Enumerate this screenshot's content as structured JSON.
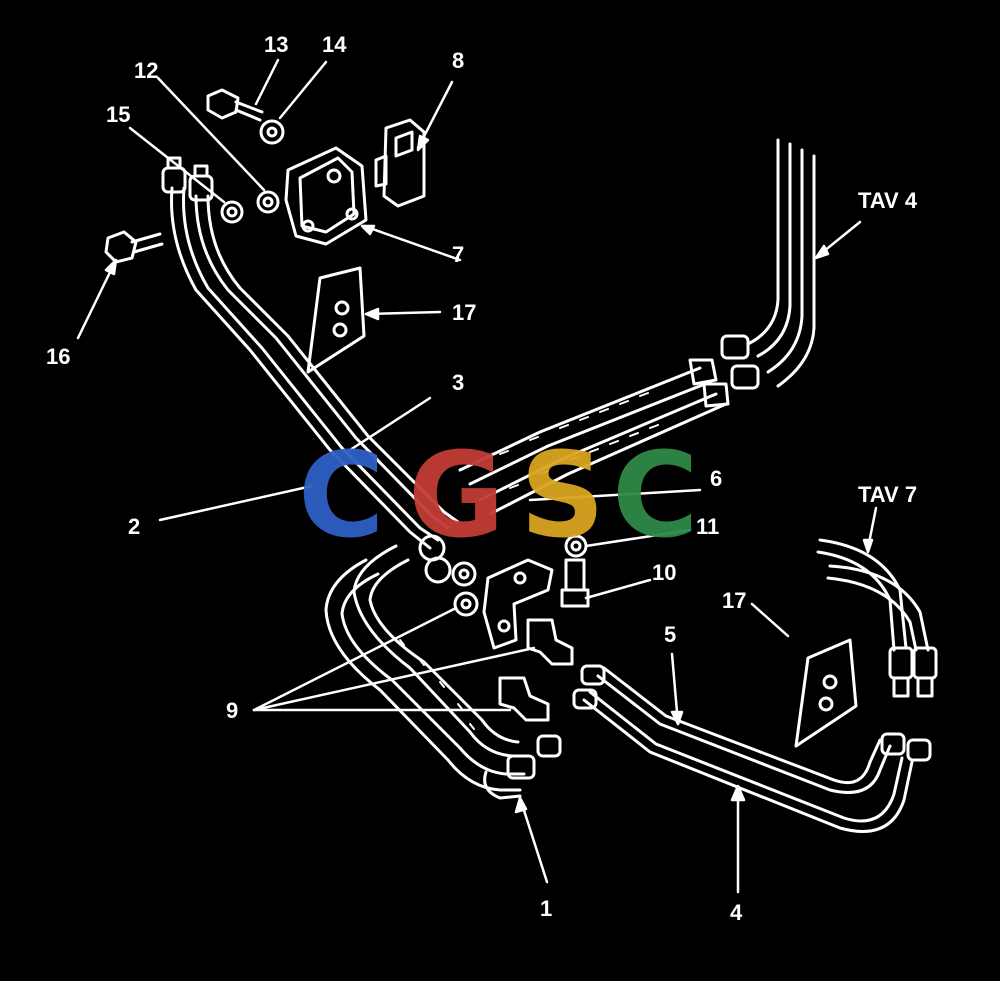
{
  "callouts": {
    "n1": "1",
    "n2": "2",
    "n3": "3",
    "n4": "4",
    "n5": "5",
    "n6": "6",
    "n7": "7",
    "n8": "8",
    "n9": "9",
    "n10": "10",
    "n11": "11",
    "n12": "12",
    "n13": "13",
    "n14": "14",
    "n15": "15",
    "n16": "16",
    "n17a": "17",
    "n17b": "17",
    "tav4": "TAV 4",
    "tav7": "TAV 7"
  },
  "watermark": {
    "letters": [
      "C",
      "G",
      "S",
      "C"
    ],
    "colors": [
      "#2f5fc4",
      "#c23b35",
      "#d9a520",
      "#2e8a46"
    ]
  },
  "colors": {
    "background": "#000000",
    "line": "#ffffff"
  }
}
